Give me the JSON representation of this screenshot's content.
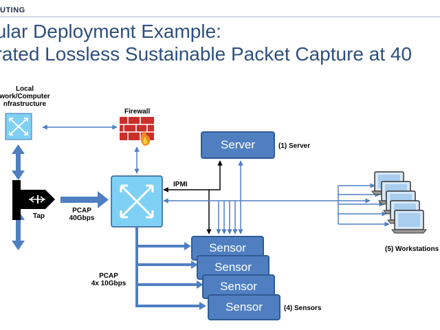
{
  "header": {
    "logo_text": "UTING",
    "title_line1": "dular Deployment Example:",
    "title_line2": "erated Lossless Sustainable Packet Capture at 40"
  },
  "diagram": {
    "local_network_label": [
      "Local",
      "work/Computer",
      "nfrastructure"
    ],
    "firewall_label": "Firewall",
    "tap_label": "Tap",
    "pcap_40_label": [
      "PCAP",
      "40Gbps"
    ],
    "ipmi_label": "IPMI",
    "server_box": "Server",
    "server_label": "(1) Server",
    "sensor_boxes": [
      "Sensor",
      "Sensor",
      "Sensor",
      "Sensor"
    ],
    "sensors_label": "(4) Sensors",
    "pcap_10_label": [
      "PCAP",
      "4x 10Gbps"
    ],
    "workstations_label": "(5) Workstations"
  },
  "colors": {
    "title": "#2e4f7d",
    "box_fill": "#4f7fc1",
    "box_border": "#2f5b94",
    "arrow": "#4f7fc1",
    "switch": "#7fd0f5"
  }
}
